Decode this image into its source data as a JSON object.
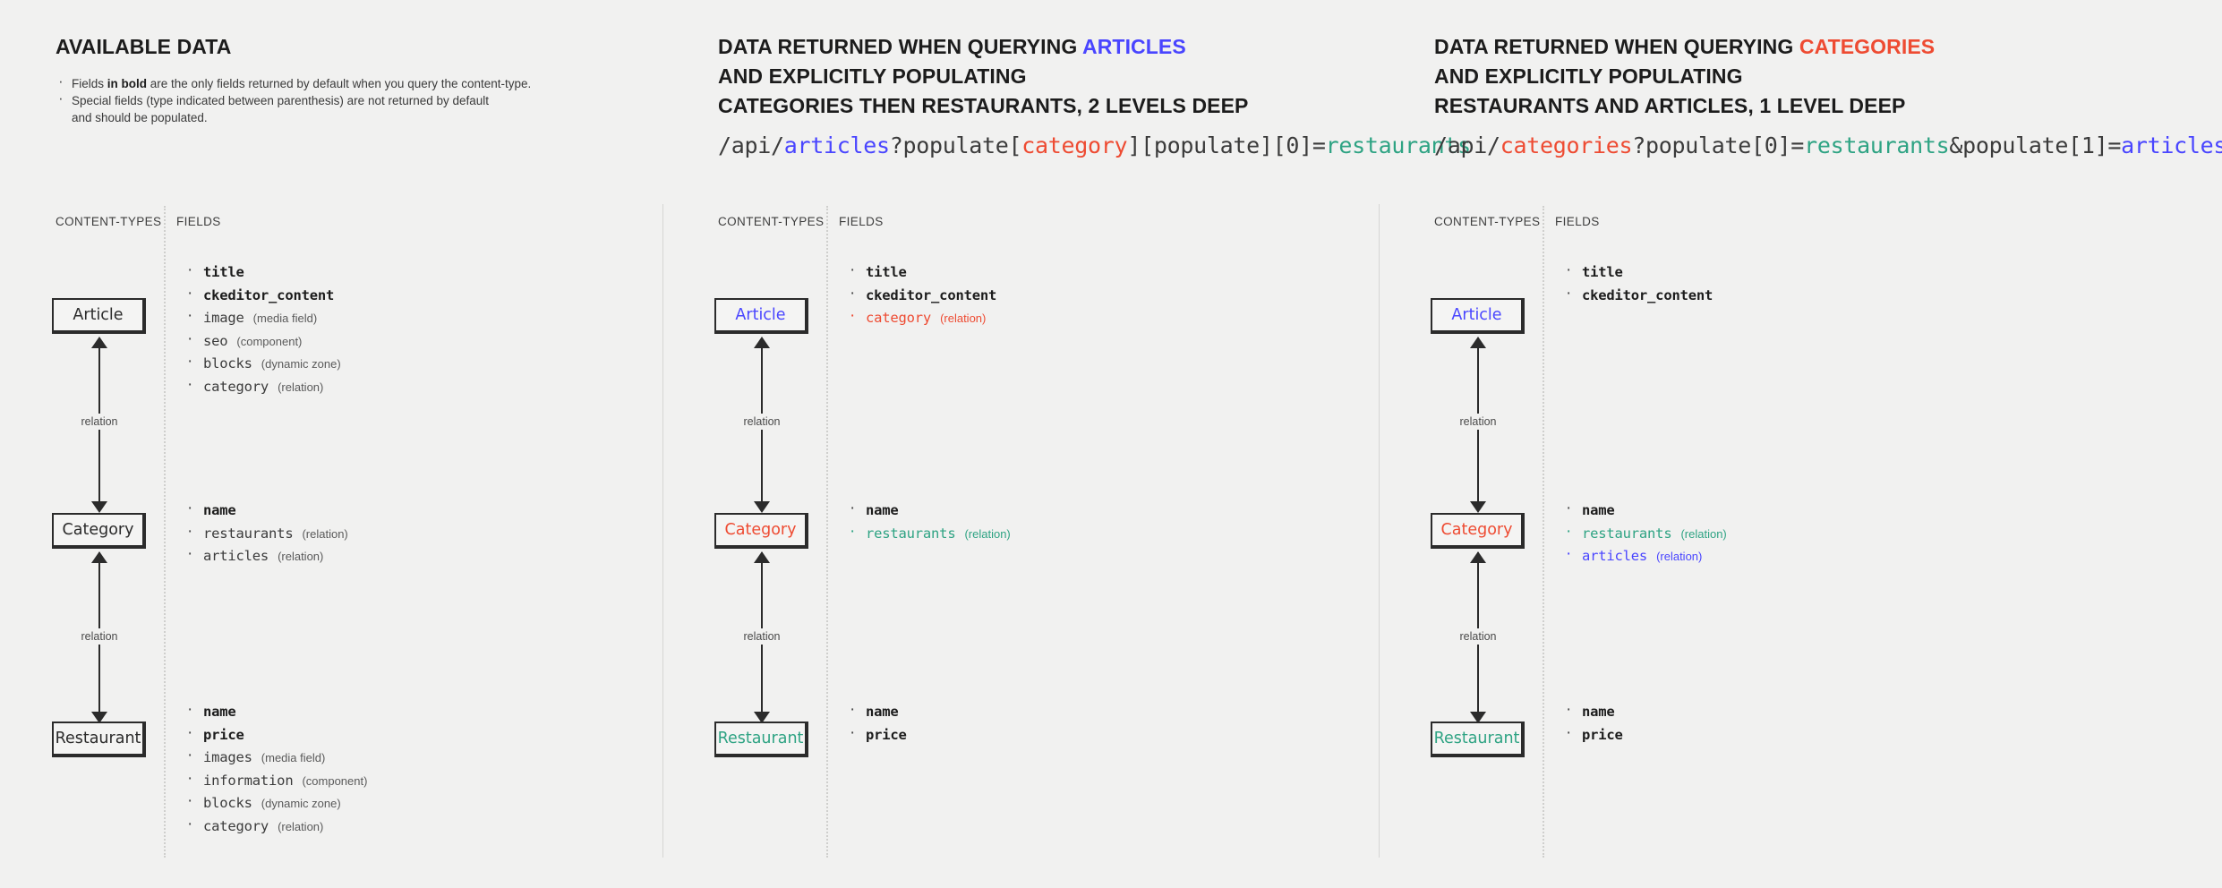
{
  "panels": [
    {
      "id": "available-data",
      "heading_parts": [
        {
          "text": "AVAILABLE DATA",
          "color": "none"
        }
      ],
      "intro": [
        {
          "pre": "Fields ",
          "bold": "in bold",
          "post": " are the only fields returned by default when you query the content-type.",
          "bulleted": true
        },
        {
          "pre": "Special fields (type indicated between parenthesis) are not returned by default",
          "bold": "",
          "post": "",
          "bulleted": true
        },
        {
          "pre": "and should be populated.",
          "bold": "",
          "post": "",
          "bulleted": false
        }
      ],
      "api_url": null,
      "col_headers": {
        "content_types": "CONTENT-TYPES",
        "fields": "FIELDS"
      },
      "relation_labels": {
        "top": "relation",
        "bottom": "relation"
      },
      "entities": [
        {
          "name": "Article",
          "color": "none"
        },
        {
          "name": "Category",
          "color": "none"
        },
        {
          "name": "Restaurant",
          "color": "none"
        }
      ],
      "field_groups": [
        {
          "owner": "Article",
          "fields": [
            {
              "name": "title",
              "type": "",
              "bold": true,
              "color": "none"
            },
            {
              "name": "ckeditor_content",
              "type": "",
              "bold": true,
              "color": "none"
            },
            {
              "name": "image",
              "type": "(media field)",
              "bold": false,
              "color": "none"
            },
            {
              "name": "seo",
              "type": "(component)",
              "bold": false,
              "color": "none"
            },
            {
              "name": "blocks",
              "type": "(dynamic zone)",
              "bold": false,
              "color": "none"
            },
            {
              "name": "category",
              "type": "(relation)",
              "bold": false,
              "color": "none"
            }
          ]
        },
        {
          "owner": "Category",
          "fields": [
            {
              "name": "name",
              "type": "",
              "bold": true,
              "color": "none"
            },
            {
              "name": "restaurants",
              "type": "(relation)",
              "bold": false,
              "color": "none"
            },
            {
              "name": "articles",
              "type": "(relation)",
              "bold": false,
              "color": "none"
            }
          ]
        },
        {
          "owner": "Restaurant",
          "fields": [
            {
              "name": "name",
              "type": "",
              "bold": true,
              "color": "none"
            },
            {
              "name": "price",
              "type": "",
              "bold": true,
              "color": "none"
            },
            {
              "name": "images",
              "type": "(media field)",
              "bold": false,
              "color": "none"
            },
            {
              "name": "information",
              "type": "(component)",
              "bold": false,
              "color": "none"
            },
            {
              "name": "blocks",
              "type": "(dynamic zone)",
              "bold": false,
              "color": "none"
            },
            {
              "name": "category",
              "type": "(relation)",
              "bold": false,
              "color": "none"
            }
          ]
        }
      ]
    },
    {
      "id": "query-articles",
      "heading_parts": [
        {
          "text": "DATA RETURNED WHEN QUERYING ",
          "color": "none"
        },
        {
          "text": "ARTICLES",
          "color": "blue"
        },
        {
          "text": "\nAND EXPLICITLY POPULATING\nCATEGORIES THEN RESTAURANTS, 2 LEVELS DEEP",
          "color": "none"
        }
      ],
      "heading_lines": [
        {
          "plain": "DATA RETURNED WHEN QUERYING ",
          "accent": "ARTICLES",
          "accent_color": "blue"
        },
        {
          "plain": "AND EXPLICITLY POPULATING",
          "accent": "",
          "accent_color": "none"
        },
        {
          "plain": "CATEGORIES THEN RESTAURANTS, 2 LEVELS DEEP",
          "accent": "",
          "accent_color": "none"
        }
      ],
      "intro": [],
      "api_url": [
        {
          "text": "/api/",
          "color": "dark"
        },
        {
          "text": "articles",
          "color": "blue"
        },
        {
          "text": "?populate[",
          "color": "dark"
        },
        {
          "text": "category",
          "color": "red"
        },
        {
          "text": "][populate][0]=",
          "color": "dark"
        },
        {
          "text": "restaurants",
          "color": "green"
        }
      ],
      "col_headers": {
        "content_types": "CONTENT-TYPES",
        "fields": "FIELDS"
      },
      "relation_labels": {
        "top": "relation",
        "bottom": "relation"
      },
      "entities": [
        {
          "name": "Article",
          "color": "blue"
        },
        {
          "name": "Category",
          "color": "red"
        },
        {
          "name": "Restaurant",
          "color": "green"
        }
      ],
      "field_groups": [
        {
          "owner": "Article",
          "fields": [
            {
              "name": "title",
              "type": "",
              "bold": true,
              "color": "none"
            },
            {
              "name": "ckeditor_content",
              "type": "",
              "bold": true,
              "color": "none"
            },
            {
              "name": "category",
              "type": "(relation)",
              "bold": false,
              "color": "red"
            }
          ]
        },
        {
          "owner": "Category",
          "fields": [
            {
              "name": "name",
              "type": "",
              "bold": true,
              "color": "none"
            },
            {
              "name": "restaurants",
              "type": "(relation)",
              "bold": false,
              "color": "green"
            }
          ]
        },
        {
          "owner": "Restaurant",
          "fields": [
            {
              "name": "name",
              "type": "",
              "bold": true,
              "color": "none"
            },
            {
              "name": "price",
              "type": "",
              "bold": true,
              "color": "none"
            }
          ]
        }
      ]
    },
    {
      "id": "query-categories",
      "heading_parts": [
        {
          "text": "DATA RETURNED WHEN QUERYING ",
          "color": "none"
        },
        {
          "text": "CATEGORIES",
          "color": "red"
        }
      ],
      "heading_lines": [
        {
          "plain": "DATA RETURNED WHEN QUERYING ",
          "accent": "CATEGORIES",
          "accent_color": "red"
        },
        {
          "plain": "AND EXPLICITLY POPULATING",
          "accent": "",
          "accent_color": "none"
        },
        {
          "plain": "RESTAURANTS AND ARTICLES, 1 LEVEL DEEP",
          "accent": "",
          "accent_color": "none"
        }
      ],
      "intro": [],
      "api_url": [
        {
          "text": "/api/",
          "color": "dark"
        },
        {
          "text": "categories",
          "color": "red"
        },
        {
          "text": "?populate[0]=",
          "color": "dark"
        },
        {
          "text": "restaurants",
          "color": "green"
        },
        {
          "text": "&populate[1]=",
          "color": "dark"
        },
        {
          "text": "articles",
          "color": "blue"
        }
      ],
      "col_headers": {
        "content_types": "CONTENT-TYPES",
        "fields": "FIELDS"
      },
      "relation_labels": {
        "top": "relation",
        "bottom": "relation"
      },
      "entities": [
        {
          "name": "Article",
          "color": "blue"
        },
        {
          "name": "Category",
          "color": "red"
        },
        {
          "name": "Restaurant",
          "color": "green"
        }
      ],
      "field_groups": [
        {
          "owner": "Article",
          "fields": [
            {
              "name": "title",
              "type": "",
              "bold": true,
              "color": "none"
            },
            {
              "name": "ckeditor_content",
              "type": "",
              "bold": true,
              "color": "none"
            }
          ]
        },
        {
          "owner": "Category",
          "fields": [
            {
              "name": "name",
              "type": "",
              "bold": true,
              "color": "none"
            },
            {
              "name": "restaurants",
              "type": "(relation)",
              "bold": false,
              "color": "green"
            },
            {
              "name": "articles",
              "type": "(relation)",
              "bold": false,
              "color": "blue"
            }
          ]
        },
        {
          "owner": "Restaurant",
          "fields": [
            {
              "name": "name",
              "type": "",
              "bold": true,
              "color": "none"
            },
            {
              "name": "price",
              "type": "",
              "bold": true,
              "color": "none"
            }
          ]
        }
      ]
    }
  ],
  "colors": {
    "background": "#f1f1f0",
    "blue": "#4945ff",
    "red": "#ee4b32",
    "green": "#2ea383",
    "ink": "#2b2b2b",
    "divider": "#cfcfcd"
  }
}
